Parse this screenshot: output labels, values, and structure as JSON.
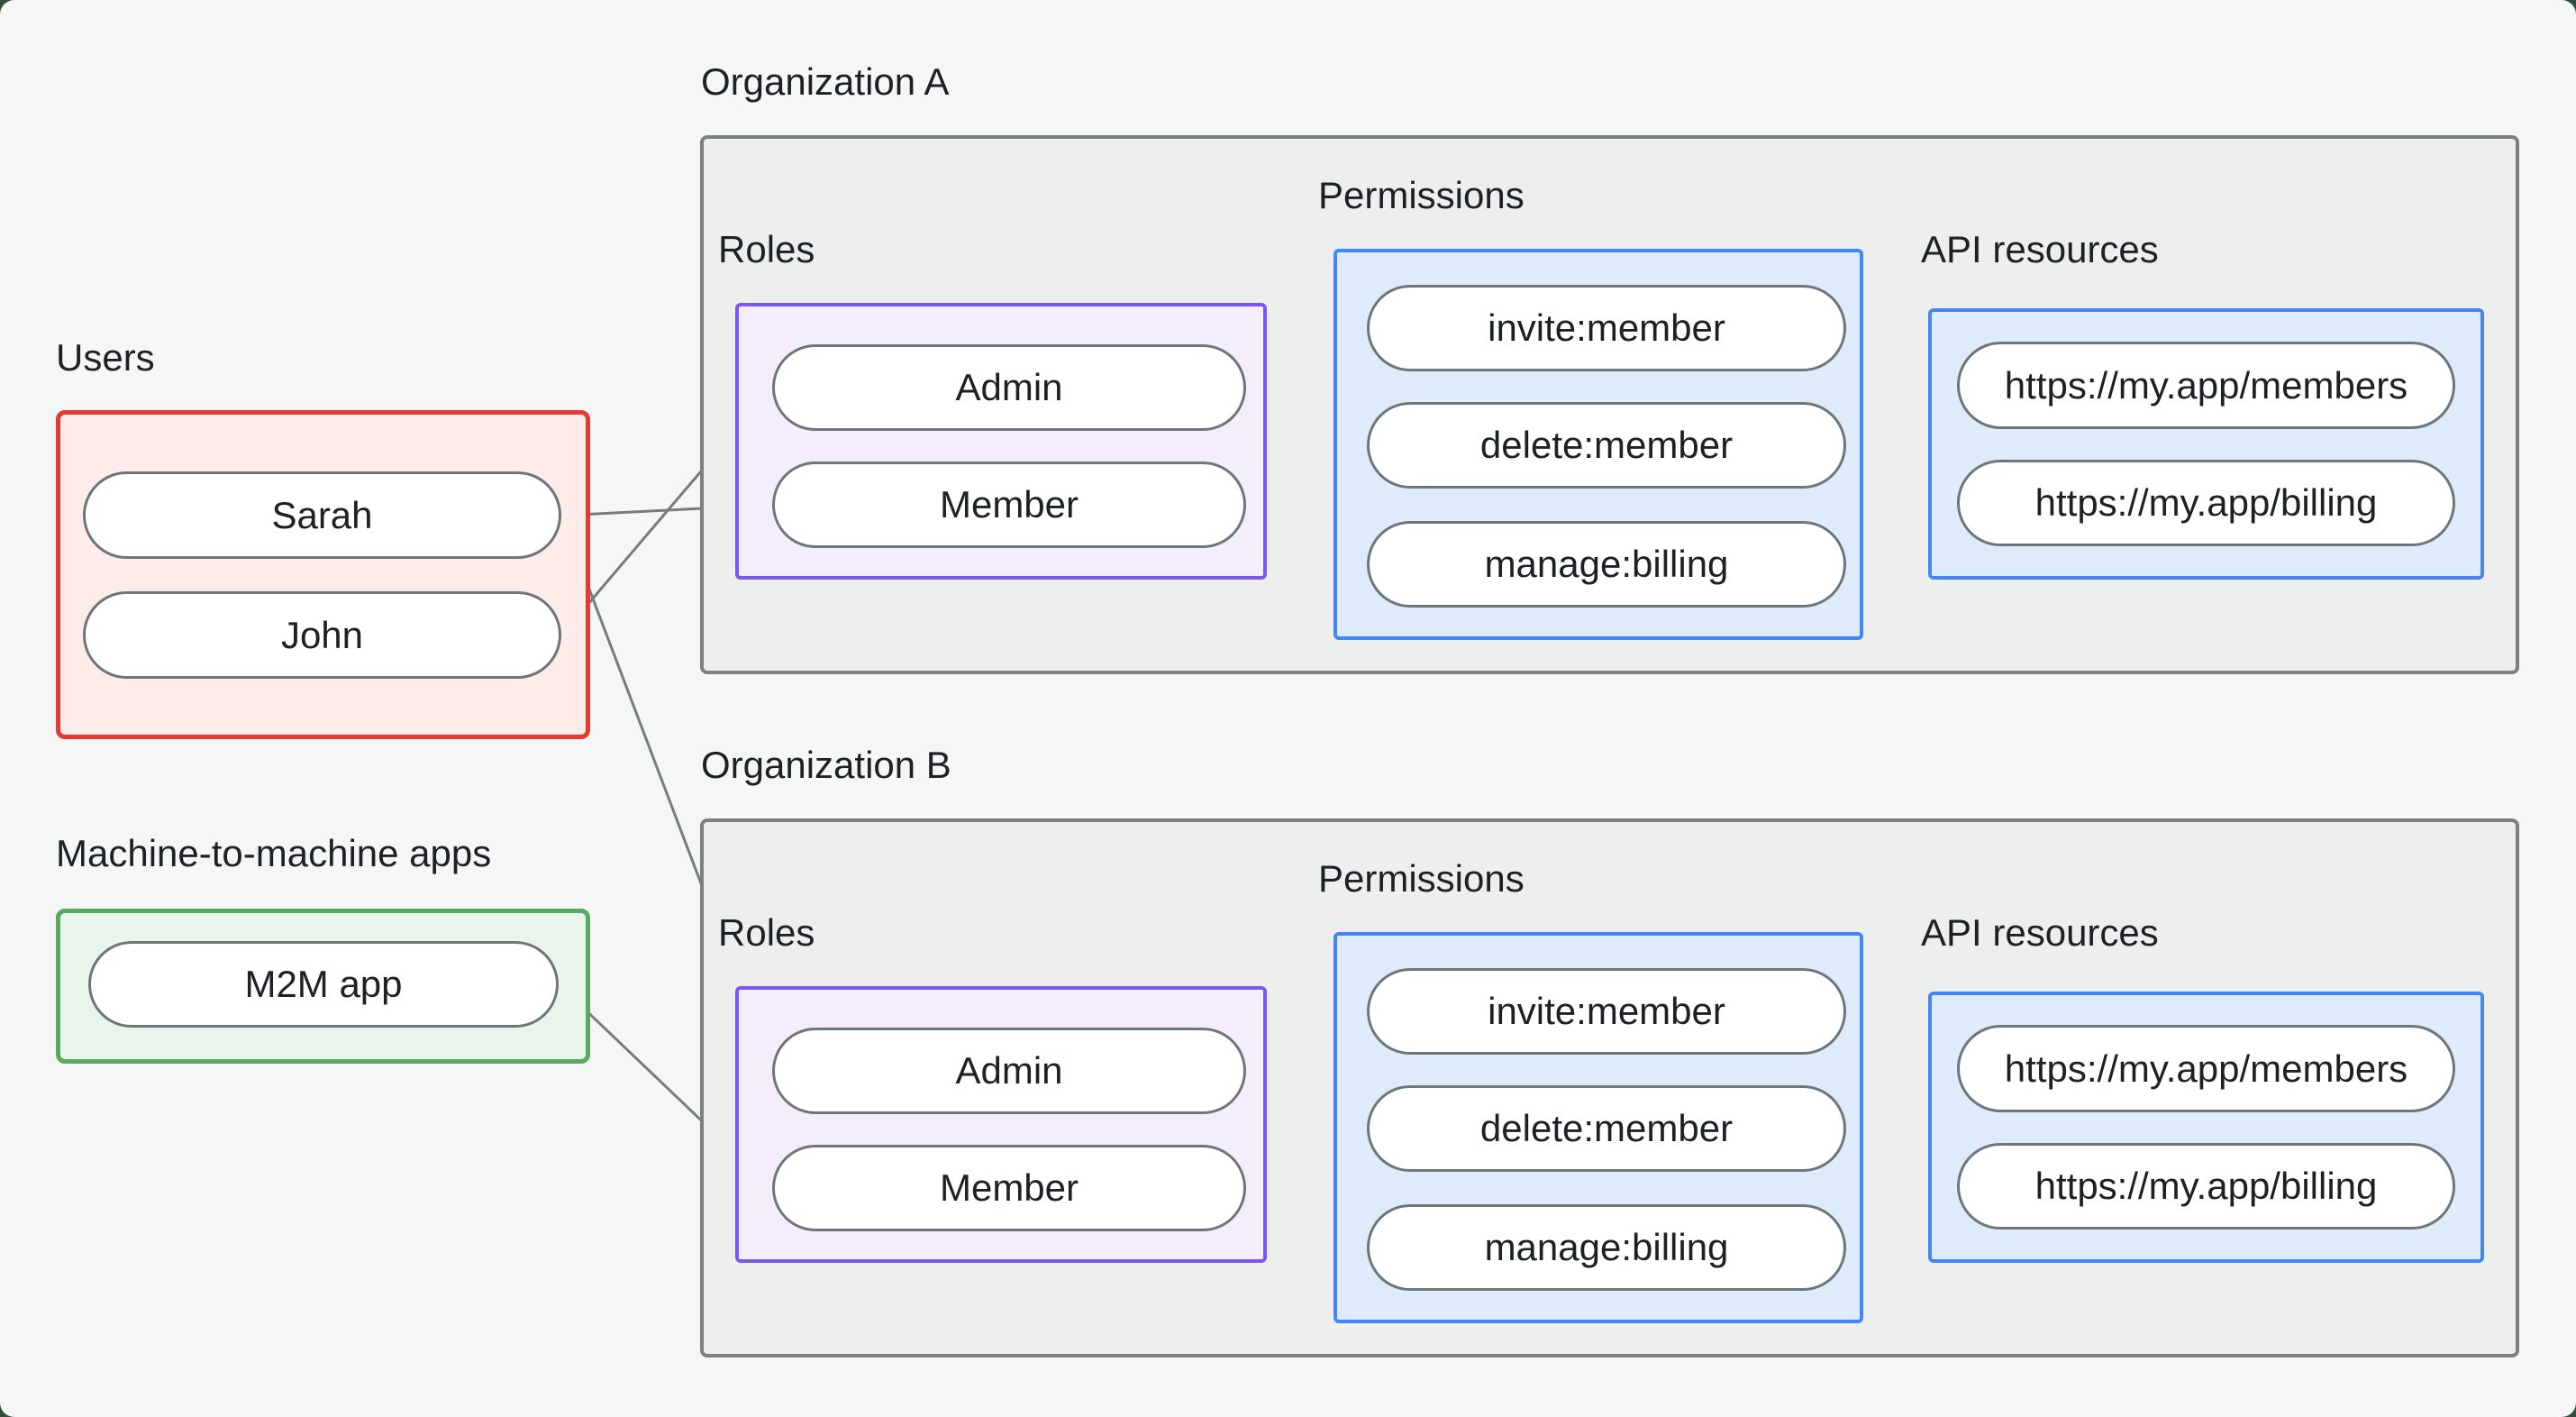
{
  "colors": {
    "bg": "#f5f7f6",
    "outside": "#30503e",
    "text": "#1c2126",
    "red_border": "#e23b31",
    "red_fill": "#fdece9",
    "green_border": "#57aa5e",
    "green_fill": "#e9f5ea",
    "purple_border": "#7a58f0",
    "purple_fill": "#f4eefc",
    "blue_border": "#4486f4",
    "blue_fill": "#ddebfb",
    "org_border": "#7a817f",
    "org_fill": "#ecefed",
    "pill_border": "#6e7678",
    "line": "#757d7a",
    "dot": "#6b7370"
  },
  "left_panel": {
    "users_label": "Users",
    "users": [
      {
        "name": "Sarah"
      },
      {
        "name": "John"
      }
    ],
    "apps_label": "Machine-to-machine apps",
    "apps": [
      {
        "name": "M2M app"
      }
    ]
  },
  "organizations": [
    {
      "name": "Organization A",
      "roles_label": "Roles",
      "roles": [
        "Admin",
        "Member"
      ],
      "permissions_label": "Permissions",
      "permissions": [
        "invite:member",
        "delete:member",
        "manage:billing"
      ],
      "api_label": "API resources",
      "api_resources": [
        "https://my.app/members",
        "https://my.app/billing"
      ]
    },
    {
      "name": "Organization B",
      "roles_label": "Roles",
      "roles": [
        "Admin",
        "Member"
      ],
      "permissions_label": "Permissions",
      "permissions": [
        "invite:member",
        "delete:member",
        "manage:billing"
      ],
      "api_label": "API resources",
      "api_resources": [
        "https://my.app/members",
        "https://my.app/billing"
      ]
    }
  ],
  "edges": [
    {
      "from": "sarah",
      "to": "orgA.member"
    },
    {
      "from": "john",
      "to": "orgA.admin"
    },
    {
      "from": "sarah",
      "to": "orgB.admin"
    },
    {
      "from": "m2m",
      "to": "orgB.member"
    },
    {
      "from": "orgA.admin",
      "to": "orgA.invite"
    },
    {
      "from": "orgA.admin",
      "to": "orgA.delete"
    },
    {
      "from": "orgA.member",
      "to": "orgA.manage"
    },
    {
      "from": "orgA.invite",
      "to": "orgA.members"
    },
    {
      "from": "orgA.delete",
      "to": "orgA.members"
    },
    {
      "from": "orgA.manage",
      "to": "orgA.billing"
    },
    {
      "from": "orgB.admin",
      "to": "orgB.invite"
    },
    {
      "from": "orgB.admin",
      "to": "orgB.delete"
    },
    {
      "from": "orgB.member",
      "to": "orgB.manage"
    },
    {
      "from": "orgB.invite",
      "to": "orgB.members"
    },
    {
      "from": "orgB.delete",
      "to": "orgB.members"
    },
    {
      "from": "orgB.manage",
      "to": "orgB.billing"
    }
  ]
}
